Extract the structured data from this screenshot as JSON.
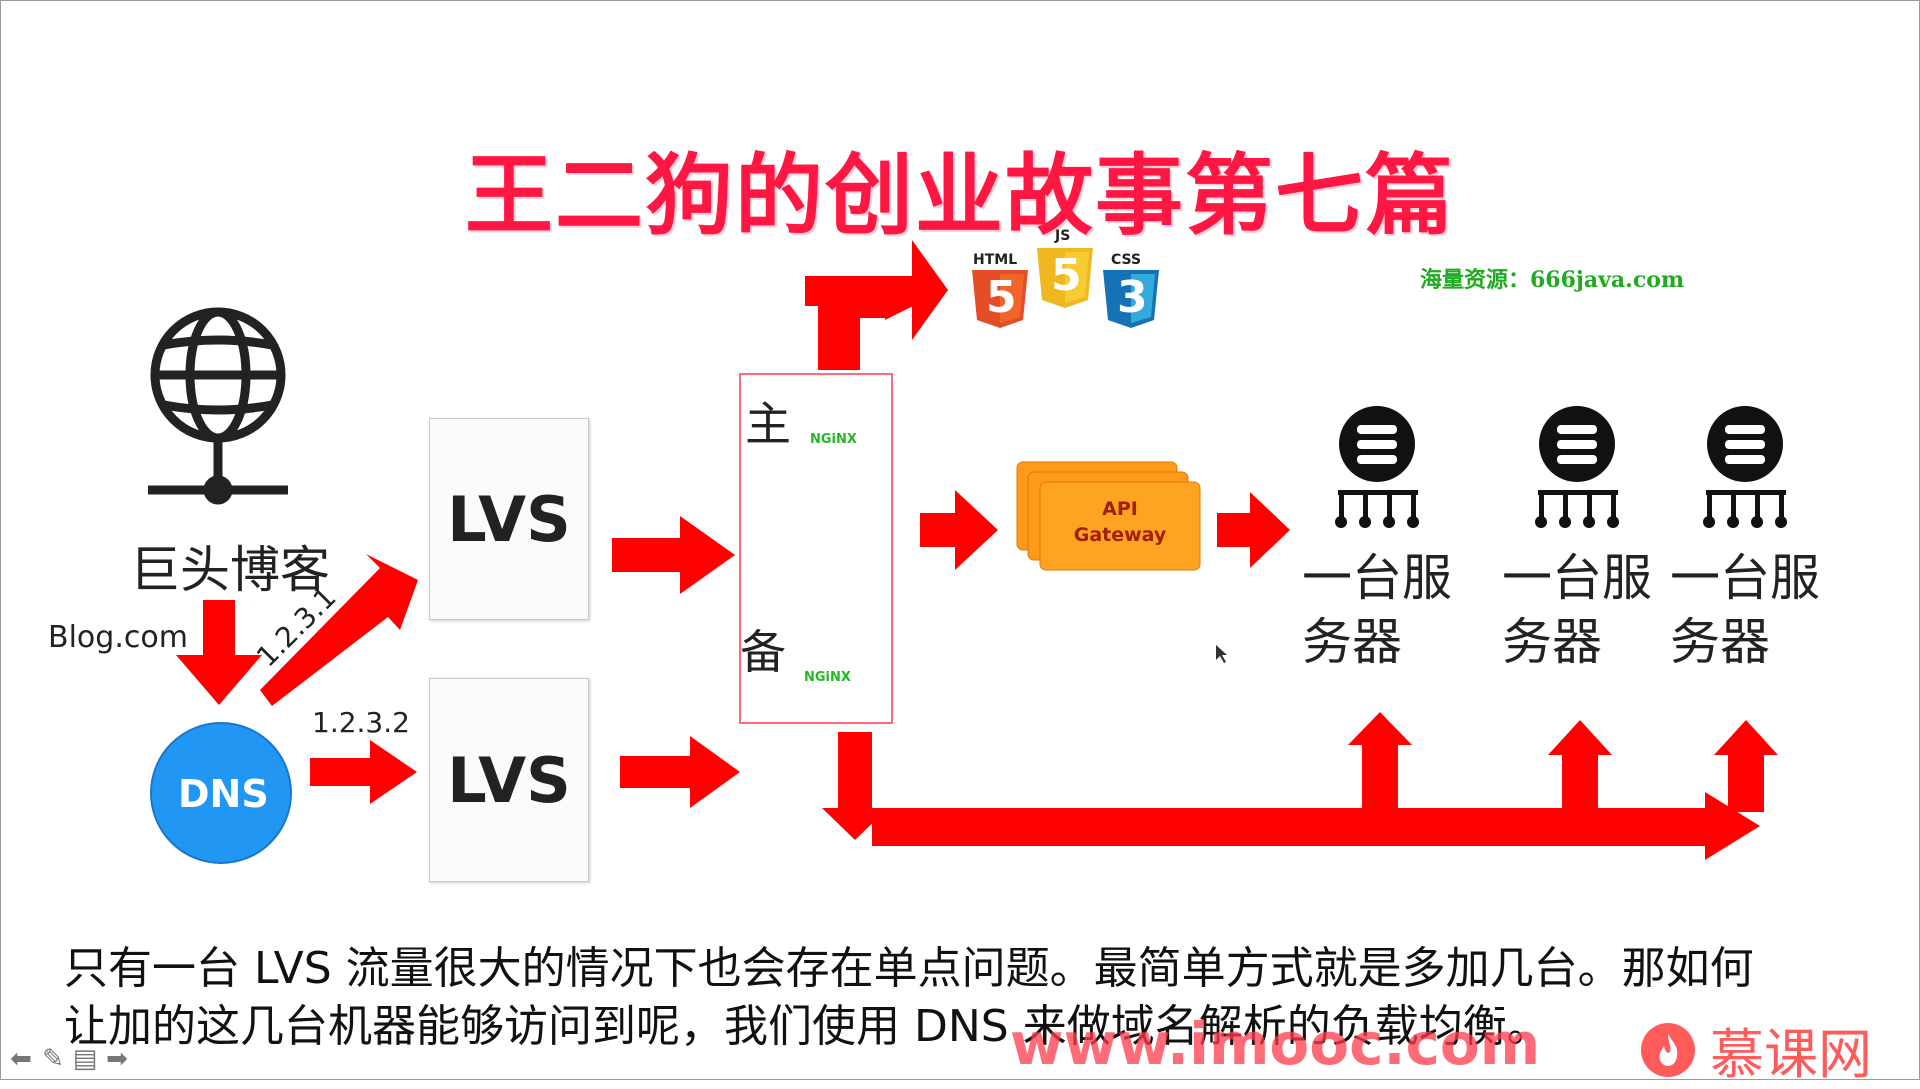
{
  "slide": {
    "title": "王二狗的创业故事第七篇",
    "watermark": "海量资源：666java.com"
  },
  "client": {
    "label": "巨头博客",
    "domain": "Blog.com"
  },
  "dns": {
    "label": "DNS",
    "ip1": "1.2.3.1",
    "ip2": "1.2.3.2"
  },
  "lvs": {
    "top_label": "LVS",
    "bottom_label": "LVS"
  },
  "nginx": {
    "primary_label": "主",
    "backup_label": "备",
    "logo_text": "NGiNX"
  },
  "static_assets": {
    "html_label": "HTML",
    "html_num": "5",
    "js_label": "JS",
    "js_num": "5",
    "css_label": "CSS",
    "css_num": "3"
  },
  "api_gateway": {
    "line1": "API",
    "line2": "Gateway"
  },
  "servers": [
    {
      "line1": "一台服",
      "line2": "务器"
    },
    {
      "line1": "一台服",
      "line2": "务器"
    },
    {
      "line1": "一台服",
      "line2": "务器"
    }
  ],
  "caption": {
    "line1": "只有一台 LVS 流量很大的情况下也会存在单点问题。最简单方式就是多加几台。那如何",
    "line2": "让加的这几台机器能够访问到呢，我们使用 DNS 来做域名解析的负载均衡。"
  },
  "branding": {
    "site": "www.imooc.com",
    "name": "慕课网"
  },
  "colors": {
    "arrow": "#ff0000",
    "title": "#ff1744",
    "nginx_green": "#22bb22",
    "api_orange": "#ff9a1a",
    "dns_blue": "#2196f3"
  }
}
